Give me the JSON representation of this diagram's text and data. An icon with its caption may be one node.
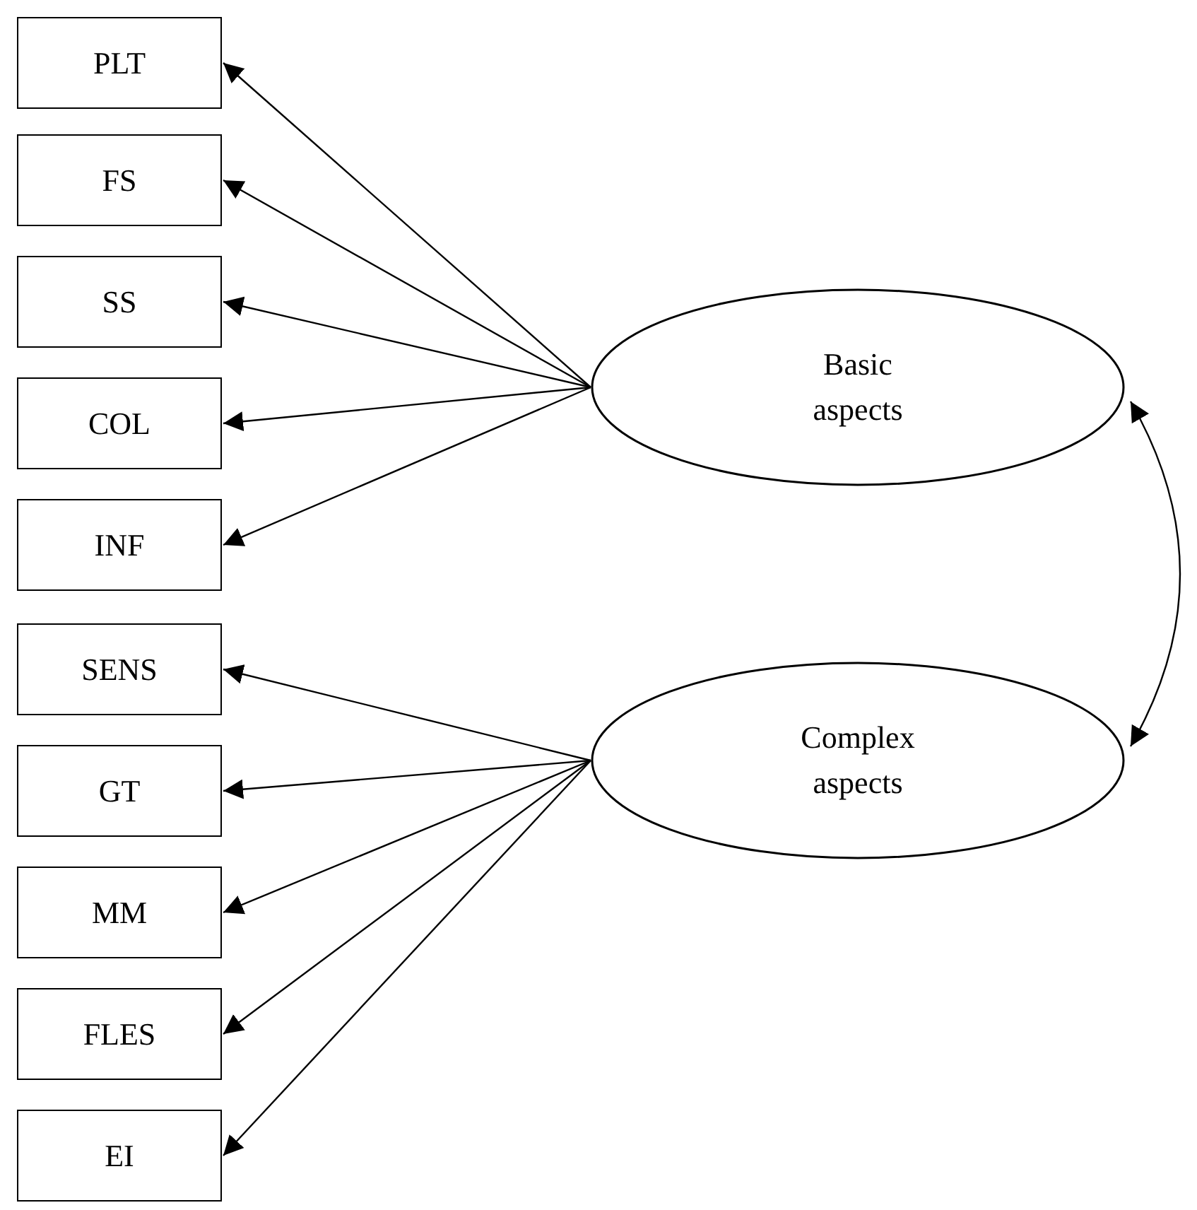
{
  "diagram": {
    "nodes": [
      {
        "text": [
          "PLT"
        ]
      },
      {
        "text": [
          "FS"
        ]
      },
      {
        "text": [
          "SS"
        ]
      },
      {
        "text": [
          "COL"
        ]
      },
      {
        "text": [
          "INF"
        ]
      },
      {
        "text": [
          "SENS"
        ]
      },
      {
        "text": [
          "GT"
        ]
      },
      {
        "text": [
          "MM"
        ]
      },
      {
        "text": [
          "FLES"
        ]
      },
      {
        "text": [
          "EI"
        ]
      },
      {
        "text": [
          "Basic aspects"
        ]
      },
      {
        "text": [
          "Complex aspects"
        ]
      }
    ],
    "edges": [
      {
        "from": 10,
        "to": 0,
        "arrow": "to"
      },
      {
        "from": 10,
        "to": 1,
        "arrow": "to"
      },
      {
        "from": 10,
        "to": 2,
        "arrow": "to"
      },
      {
        "from": 10,
        "to": 3,
        "arrow": "to"
      },
      {
        "from": 10,
        "to": 4,
        "arrow": "to"
      },
      {
        "from": 11,
        "to": 5,
        "arrow": "to"
      },
      {
        "from": 11,
        "to": 6,
        "arrow": "to"
      },
      {
        "from": 11,
        "to": 7,
        "arrow": "to"
      },
      {
        "from": 11,
        "to": 8,
        "arrow": "to"
      },
      {
        "from": 11,
        "to": 9,
        "arrow": "to"
      },
      {
        "from": 10,
        "to": 11,
        "arrow": "both"
      }
    ]
  }
}
